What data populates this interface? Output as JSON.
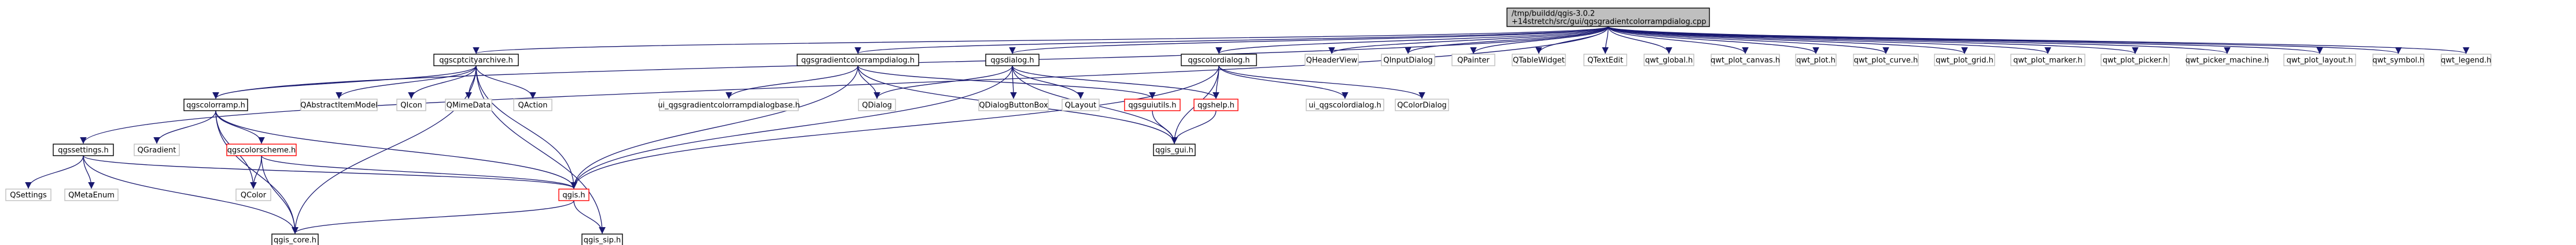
{
  "graph": {
    "root": {
      "id": "root",
      "lines": [
        "/tmp/buildd/qgis-3.0.2",
        "+14stretch/src/gui/qgsgradientcolorrampdialog.cpp"
      ]
    },
    "nodes": [
      {
        "id": "qgscptcityarchive",
        "label": "qgscptcityarchive.h",
        "style": "boxed"
      },
      {
        "id": "qgsgradientcolorrampdialog",
        "label": "qgsgradientcolorrampdialog.h",
        "style": "boxed"
      },
      {
        "id": "qgsdialog",
        "label": "qgsdialog.h",
        "style": "boxed"
      },
      {
        "id": "qgscolordialog",
        "label": "qgscolordialog.h",
        "style": "boxed"
      },
      {
        "id": "QHeaderView",
        "label": "QHeaderView",
        "style": "plain"
      },
      {
        "id": "QInputDialog",
        "label": "QInputDialog",
        "style": "plain"
      },
      {
        "id": "QPainter",
        "label": "QPainter",
        "style": "plain"
      },
      {
        "id": "QTableWidget",
        "label": "QTableWidget",
        "style": "plain"
      },
      {
        "id": "QTextEdit",
        "label": "QTextEdit",
        "style": "plain"
      },
      {
        "id": "qwt_global",
        "label": "qwt_global.h",
        "style": "plain"
      },
      {
        "id": "qwt_plot_canvas",
        "label": "qwt_plot_canvas.h",
        "style": "plain"
      },
      {
        "id": "qwt_plot",
        "label": "qwt_plot.h",
        "style": "plain"
      },
      {
        "id": "qwt_plot_curve",
        "label": "qwt_plot_curve.h",
        "style": "plain"
      },
      {
        "id": "qwt_plot_grid",
        "label": "qwt_plot_grid.h",
        "style": "plain"
      },
      {
        "id": "qwt_plot_marker",
        "label": "qwt_plot_marker.h",
        "style": "plain"
      },
      {
        "id": "qwt_plot_picker",
        "label": "qwt_plot_picker.h",
        "style": "plain"
      },
      {
        "id": "qwt_picker_machine",
        "label": "qwt_picker_machine.h",
        "style": "plain"
      },
      {
        "id": "qwt_plot_layout",
        "label": "qwt_plot_layout.h",
        "style": "plain"
      },
      {
        "id": "qwt_symbol",
        "label": "qwt_symbol.h",
        "style": "plain"
      },
      {
        "id": "qwt_legend",
        "label": "qwt_legend.h",
        "style": "plain"
      },
      {
        "id": "qgscolorramp",
        "label": "qgscolorramp.h",
        "style": "boxed"
      },
      {
        "id": "QAbstractItemModel",
        "label": "QAbstractItemModel",
        "style": "plain"
      },
      {
        "id": "QIcon",
        "label": "QIcon",
        "style": "plain"
      },
      {
        "id": "QMimeData",
        "label": "QMimeData",
        "style": "plain"
      },
      {
        "id": "QAction",
        "label": "QAction",
        "style": "plain"
      },
      {
        "id": "ui_qgsgradientcolorrampdialogbase",
        "label": "ui_qgsgradientcolorrampdialogbase.h",
        "style": "plain"
      },
      {
        "id": "QDialog",
        "label": "QDialog",
        "style": "plain"
      },
      {
        "id": "QDialogButtonBox",
        "label": "QDialogButtonBox",
        "style": "plain"
      },
      {
        "id": "QLayout",
        "label": "QLayout",
        "style": "plain"
      },
      {
        "id": "qgsguiutils",
        "label": "qgsguiutils.h",
        "style": "red"
      },
      {
        "id": "qgshelp",
        "label": "qgshelp.h",
        "style": "red"
      },
      {
        "id": "ui_qgscolordialog",
        "label": "ui_qgscolordialog.h",
        "style": "plain"
      },
      {
        "id": "QColorDialog",
        "label": "QColorDialog",
        "style": "plain"
      },
      {
        "id": "qgssettings",
        "label": "qgssettings.h",
        "style": "boxed"
      },
      {
        "id": "QGradient",
        "label": "QGradient",
        "style": "plain"
      },
      {
        "id": "qgscolorscheme",
        "label": "qgscolorscheme.h",
        "style": "red"
      },
      {
        "id": "qgis_gui",
        "label": "qgis_gui.h",
        "style": "boxed"
      },
      {
        "id": "QSettings",
        "label": "QSettings",
        "style": "plain"
      },
      {
        "id": "QMetaEnum",
        "label": "QMetaEnum",
        "style": "plain"
      },
      {
        "id": "QColor",
        "label": "QColor",
        "style": "plain"
      },
      {
        "id": "qgis",
        "label": "qgis.h",
        "style": "red"
      },
      {
        "id": "qgis_core",
        "label": "qgis_core.h",
        "style": "boxed"
      },
      {
        "id": "qgis_sip",
        "label": "qgis_sip.h",
        "style": "boxed"
      }
    ],
    "edges": [
      [
        "root",
        "qgscptcityarchive"
      ],
      [
        "root",
        "qgsgradientcolorrampdialog"
      ],
      [
        "root",
        "qgsdialog"
      ],
      [
        "root",
        "qgscolordialog"
      ],
      [
        "root",
        "QHeaderView"
      ],
      [
        "root",
        "QInputDialog"
      ],
      [
        "root",
        "QPainter"
      ],
      [
        "root",
        "QTableWidget"
      ],
      [
        "root",
        "QTextEdit"
      ],
      [
        "root",
        "qwt_global"
      ],
      [
        "root",
        "qwt_plot_canvas"
      ],
      [
        "root",
        "qwt_plot"
      ],
      [
        "root",
        "qwt_plot_curve"
      ],
      [
        "root",
        "qwt_plot_grid"
      ],
      [
        "root",
        "qwt_plot_marker"
      ],
      [
        "root",
        "qwt_plot_picker"
      ],
      [
        "root",
        "qwt_picker_machine"
      ],
      [
        "root",
        "qwt_plot_layout"
      ],
      [
        "root",
        "qwt_symbol"
      ],
      [
        "root",
        "qwt_legend"
      ],
      [
        "root",
        "qgssettings"
      ],
      [
        "root",
        "qgscolorramp"
      ],
      [
        "qgscptcityarchive",
        "qgscolorramp"
      ],
      [
        "qgscptcityarchive",
        "QAbstractItemModel"
      ],
      [
        "qgscptcityarchive",
        "QIcon"
      ],
      [
        "qgscptcityarchive",
        "QMimeData"
      ],
      [
        "qgscptcityarchive",
        "QAction"
      ],
      [
        "qgscptcityarchive",
        "qgis"
      ],
      [
        "qgscptcityarchive",
        "qgis_core"
      ],
      [
        "qgscptcityarchive",
        "qgis_sip"
      ],
      [
        "qgsgradientcolorrampdialog",
        "ui_qgsgradientcolorrampdialogbase"
      ],
      [
        "qgsgradientcolorrampdialog",
        "QDialog"
      ],
      [
        "qgsgradientcolorrampdialog",
        "qgsguiutils"
      ],
      [
        "qgsgradientcolorrampdialog",
        "qgis_gui"
      ],
      [
        "qgsgradientcolorrampdialog",
        "qgis"
      ],
      [
        "qgsdialog",
        "QDialog"
      ],
      [
        "qgsdialog",
        "QDialogButtonBox"
      ],
      [
        "qgsdialog",
        "QLayout"
      ],
      [
        "qgsdialog",
        "qgshelp"
      ],
      [
        "qgsdialog",
        "qgis_gui"
      ],
      [
        "qgsdialog",
        "qgis"
      ],
      [
        "qgscolordialog",
        "ui_qgscolordialog"
      ],
      [
        "qgscolordialog",
        "QColorDialog"
      ],
      [
        "qgscolordialog",
        "qgshelp"
      ],
      [
        "qgscolordialog",
        "qgis_gui"
      ],
      [
        "qgscolordialog",
        "qgis"
      ],
      [
        "qgscolorramp",
        "QGradient"
      ],
      [
        "qgscolorramp",
        "qgscolorscheme"
      ],
      [
        "qgscolorramp",
        "QColor"
      ],
      [
        "qgscolorramp",
        "qgis"
      ],
      [
        "qgscolorramp",
        "qgis_core"
      ],
      [
        "qgssettings",
        "QSettings"
      ],
      [
        "qgssettings",
        "QMetaEnum"
      ],
      [
        "qgssettings",
        "qgis"
      ],
      [
        "qgssettings",
        "qgis_core"
      ],
      [
        "qgscolorscheme",
        "QColor"
      ],
      [
        "qgscolorscheme",
        "qgis"
      ],
      [
        "qgscolorscheme",
        "qgis_core"
      ],
      [
        "qgsguiutils",
        "qgis_gui"
      ],
      [
        "qgshelp",
        "qgis_gui"
      ],
      [
        "qgis",
        "qgis_core"
      ],
      [
        "qgis",
        "qgis_sip"
      ]
    ]
  },
  "colors": {
    "edge": "#191970",
    "box_border": "#000000",
    "plain_border": "#bfbfbf",
    "red_border": "#ff0000",
    "root_fill": "#bfbfbf",
    "text": "#000000"
  }
}
